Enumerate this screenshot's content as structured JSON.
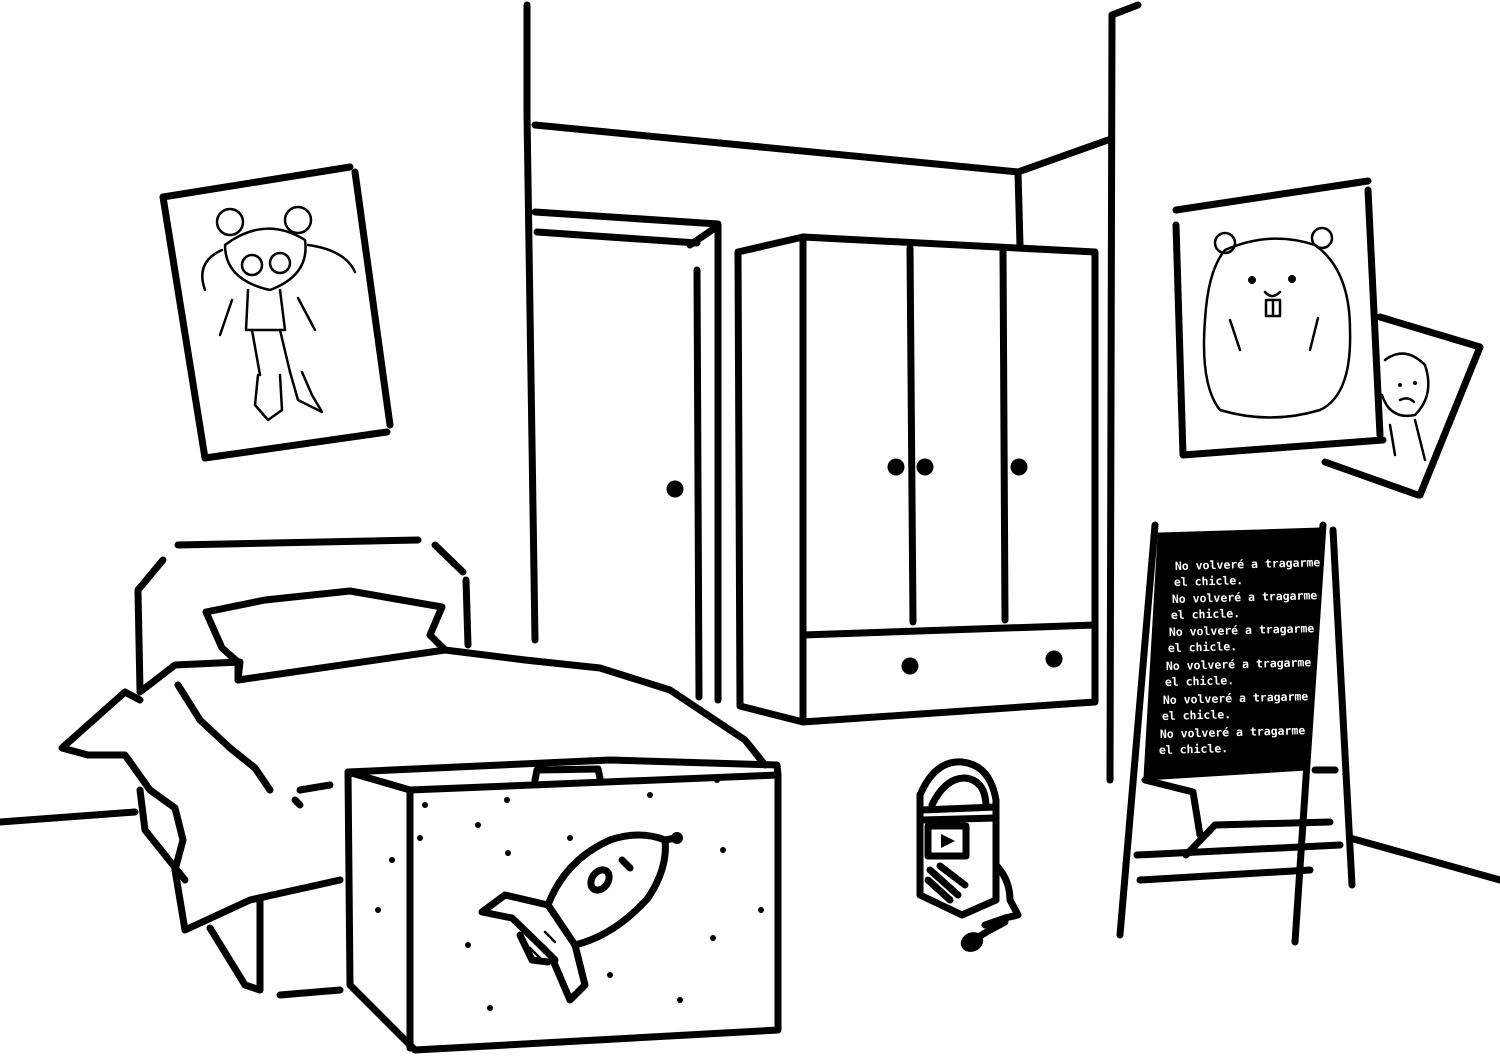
{
  "chalkboard": {
    "lines": [
      "No volveré a tragarme",
      "el chicle.",
      "No volveré a tragarme",
      "el chicle.",
      "No volveré a tragarme",
      "el chicle.",
      "No volveré a tragarme",
      "el chicle.",
      "No volveré a tragarme",
      "el chicle.",
      "No volveré a tragarme",
      "el chicle."
    ],
    "board_color": "#000000",
    "text_color": "#ffffff"
  },
  "icons": {
    "speaker": "play-icon",
    "toy_chest": "rocket-icon"
  }
}
